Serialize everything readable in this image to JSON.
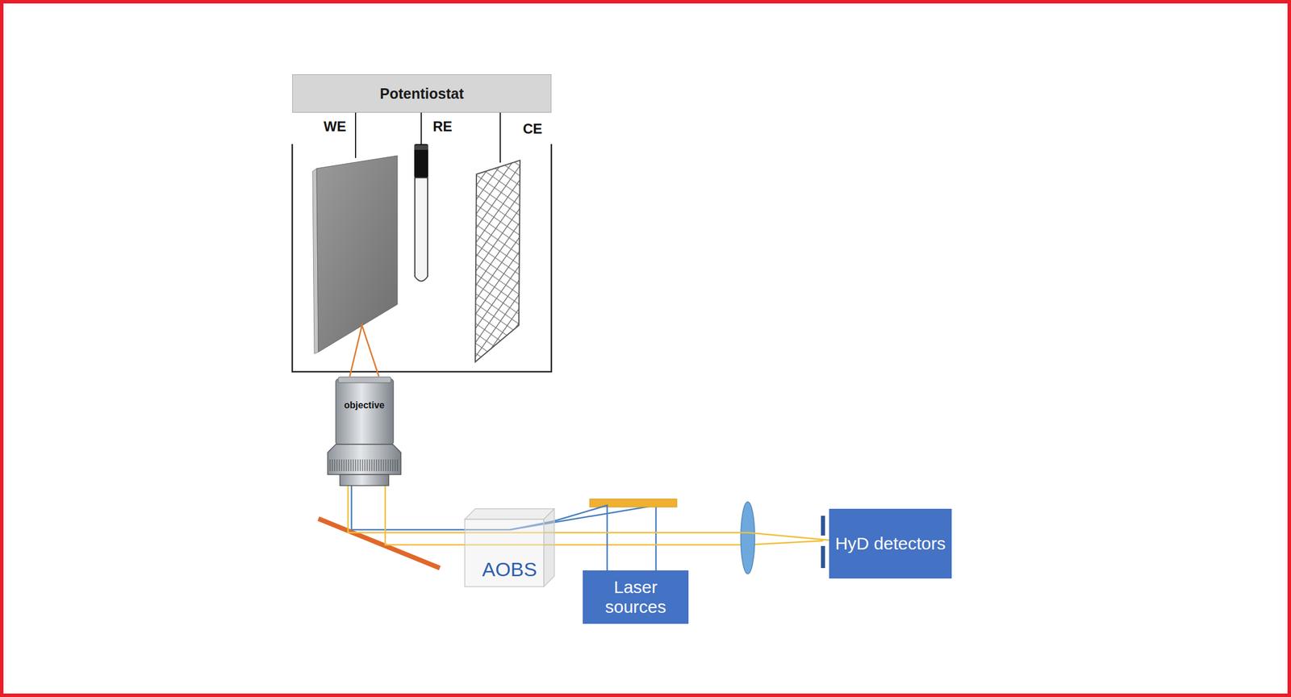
{
  "diagram": {
    "nodes": [
      {
        "text": [
          "Potentiostat"
        ]
      },
      {
        "text": [
          "objective"
        ]
      },
      {
        "text": [
          "AOBS"
        ]
      },
      {
        "text": [
          "Laser sources"
        ]
      },
      {
        "text": [
          "HyD detectors"
        ]
      }
    ],
    "edges": [
      {
        "from": 3,
        "to": 2,
        "arrow": "none"
      },
      {
        "from": 2,
        "to": 1,
        "arrow": "none"
      },
      {
        "from": 2,
        "to": 4,
        "arrow": "none"
      }
    ],
    "labels": [
      "WE",
      "RE",
      "CE"
    ]
  }
}
